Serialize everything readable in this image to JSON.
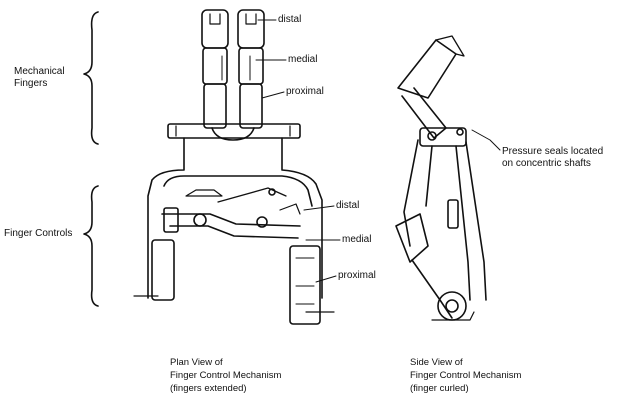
{
  "groups": {
    "mechanical_fingers": [
      "Mechanical",
      "Fingers"
    ],
    "finger_controls": "Finger Controls"
  },
  "finger_labels": {
    "distal": "distal",
    "medial": "medial",
    "proximal": "proximal"
  },
  "control_labels": {
    "distal": "distal",
    "medial": "medial",
    "proximal": "proximal"
  },
  "pressure_seals": [
    "Pressure seals located",
    "on concentric shafts"
  ],
  "captions": {
    "plan_view": [
      "Plan View of",
      "Finger Control Mechanism",
      "(fingers extended)"
    ],
    "side_view": [
      "Side View of",
      "Finger Control Mechanism",
      "(finger curled)"
    ]
  }
}
